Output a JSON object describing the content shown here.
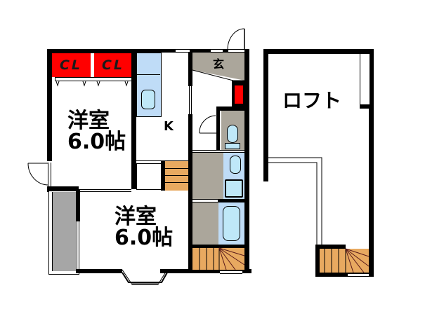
{
  "floorplan": {
    "closets": [
      {
        "label": "CL"
      },
      {
        "label": "CL"
      }
    ],
    "rooms": {
      "western_room_1": {
        "type": "洋室",
        "size": "6.0帖"
      },
      "western_room_2": {
        "type": "洋室",
        "size": "6.0帖"
      },
      "kitchen": {
        "label": "K"
      },
      "entrance": {
        "label": "玄"
      },
      "loft": {
        "label": "ロフト"
      }
    },
    "colors": {
      "closet": "#ff0000",
      "wall": "#000000",
      "floor_gray": "#aba69b",
      "wet_area_blue": "#bfdcf7",
      "stairs": "#e8a960",
      "balcony_gray": "#a6a6a6"
    }
  }
}
